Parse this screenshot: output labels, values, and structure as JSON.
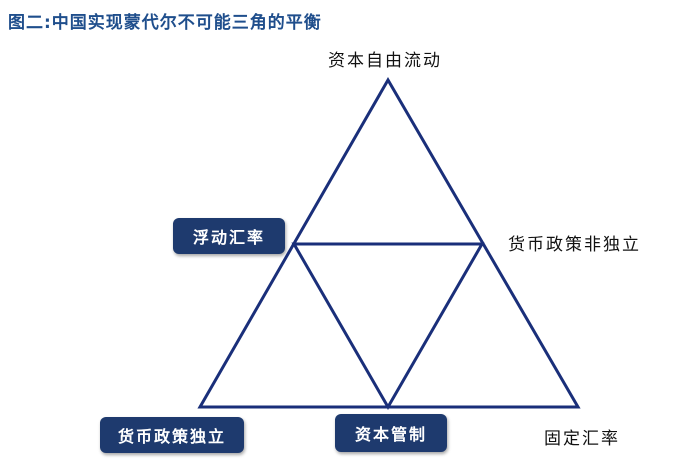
{
  "figure": {
    "title": "图二:中国实现蒙代尔不可能三角的平衡"
  },
  "diagram": {
    "labels": {
      "top": "资本自由流动",
      "right_mid": "货币政策非独立",
      "bottom_right": "固定汇率",
      "left_mid_box": "浮动汇率",
      "bottom_left_box": "货币政策独立",
      "bottom_mid_box": "资本管制"
    },
    "colors": {
      "line": "#1a2f7a",
      "box_fill": "#1e3a6e",
      "box_text": "#ffffff",
      "title": "#1f4e8c"
    }
  }
}
